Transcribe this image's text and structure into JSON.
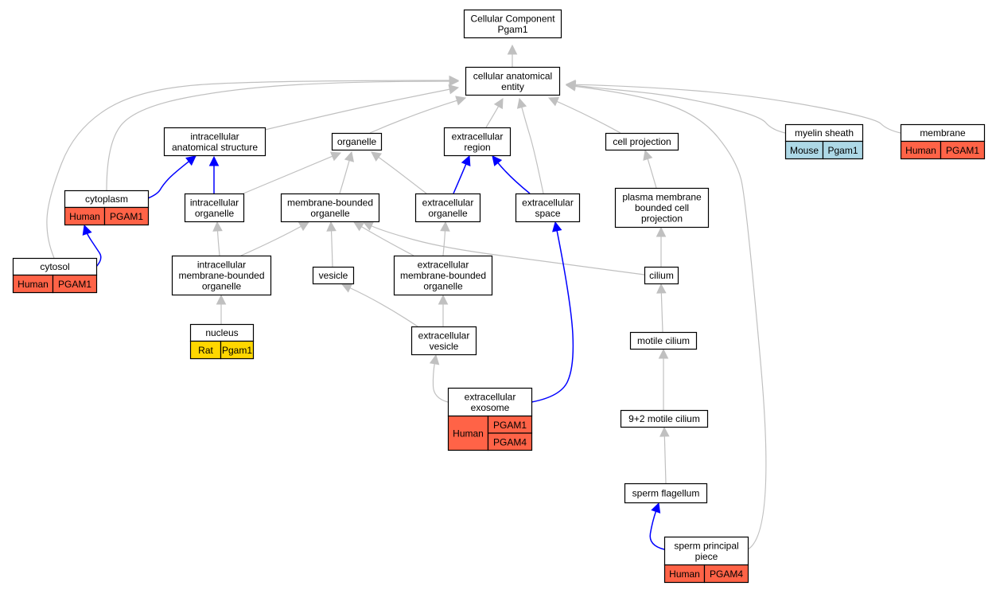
{
  "nodes": {
    "cellular_component": {
      "lines": [
        "Cellular Component",
        "Pgam1"
      ]
    },
    "cellular_anatomical_entity": {
      "lines": [
        "cellular anatomical",
        "entity"
      ]
    },
    "intracellular_anatomical_structure": {
      "lines": [
        "intracellular",
        "anatomical structure"
      ]
    },
    "organelle": {
      "lines": [
        "organelle"
      ]
    },
    "extracellular_region": {
      "lines": [
        "extracellular",
        "region"
      ]
    },
    "cell_projection": {
      "lines": [
        "cell projection"
      ]
    },
    "myelin_sheath": {
      "lines": [
        "myelin sheath"
      ],
      "tags": [
        {
          "species": "Mouse",
          "gene": "Pgam1"
        }
      ]
    },
    "membrane": {
      "lines": [
        "membrane"
      ],
      "tags": [
        {
          "species": "Human",
          "gene": "PGAM1"
        }
      ]
    },
    "cytoplasm": {
      "lines": [
        "cytoplasm"
      ],
      "tags": [
        {
          "species": "Human",
          "gene": "PGAM1"
        }
      ]
    },
    "intracellular_organelle": {
      "lines": [
        "intracellular",
        "organelle"
      ]
    },
    "membrane_bounded_organelle": {
      "lines": [
        "membrane-bounded",
        "organelle"
      ]
    },
    "extracellular_organelle": {
      "lines": [
        "extracellular",
        "organelle"
      ]
    },
    "extracellular_space": {
      "lines": [
        "extracellular",
        "space"
      ]
    },
    "plasma_membrane_bounded_cell_projection": {
      "lines": [
        "plasma membrane",
        "bounded cell",
        "projection"
      ]
    },
    "cytosol": {
      "lines": [
        "cytosol"
      ],
      "tags": [
        {
          "species": "Human",
          "gene": "PGAM1"
        }
      ]
    },
    "intracellular_membrane_bounded_organelle": {
      "lines": [
        "intracellular",
        "membrane-bounded",
        "organelle"
      ]
    },
    "vesicle": {
      "lines": [
        "vesicle"
      ]
    },
    "extracellular_membrane_bounded_organelle": {
      "lines": [
        "extracellular",
        "membrane-bounded",
        "organelle"
      ]
    },
    "cilium": {
      "lines": [
        "cilium"
      ]
    },
    "nucleus": {
      "lines": [
        "nucleus"
      ],
      "tags": [
        {
          "species": "Rat",
          "gene": "Pgam1"
        }
      ]
    },
    "extracellular_vesicle": {
      "lines": [
        "extracellular",
        "vesicle"
      ]
    },
    "motile_cilium": {
      "lines": [
        "motile cilium"
      ]
    },
    "extracellular_exosome": {
      "lines": [
        "extracellular",
        "exosome"
      ],
      "tags": [
        {
          "species": "Human",
          "genes": [
            "PGAM1",
            "PGAM4"
          ]
        }
      ]
    },
    "nine_plus_two_motile_cilium": {
      "lines": [
        "9+2 motile cilium"
      ]
    },
    "sperm_flagellum": {
      "lines": [
        "sperm flagellum"
      ]
    },
    "sperm_principal_piece": {
      "lines": [
        "sperm principal",
        "piece"
      ],
      "tags": [
        {
          "species": "Human",
          "gene": "PGAM4"
        }
      ]
    }
  },
  "edges": [
    {
      "from": "cellular_anatomical_entity",
      "to": "cellular_component",
      "type": "is_a"
    },
    {
      "from": "intracellular_anatomical_structure",
      "to": "cellular_anatomical_entity",
      "type": "is_a"
    },
    {
      "from": "organelle",
      "to": "cellular_anatomical_entity",
      "type": "is_a"
    },
    {
      "from": "extracellular_region",
      "to": "cellular_anatomical_entity",
      "type": "is_a"
    },
    {
      "from": "extracellular_space",
      "to": "cellular_anatomical_entity",
      "type": "is_a"
    },
    {
      "from": "cell_projection",
      "to": "cellular_anatomical_entity",
      "type": "is_a"
    },
    {
      "from": "myelin_sheath",
      "to": "cellular_anatomical_entity",
      "type": "is_a"
    },
    {
      "from": "membrane",
      "to": "cellular_anatomical_entity",
      "type": "is_a"
    },
    {
      "from": "cytoplasm",
      "to": "cellular_anatomical_entity",
      "type": "is_a"
    },
    {
      "from": "cytosol",
      "to": "cellular_anatomical_entity",
      "type": "is_a"
    },
    {
      "from": "sperm_principal_piece",
      "to": "cellular_anatomical_entity",
      "type": "is_a"
    },
    {
      "from": "cytoplasm",
      "to": "intracellular_anatomical_structure",
      "type": "part_of"
    },
    {
      "from": "intracellular_organelle",
      "to": "intracellular_anatomical_structure",
      "type": "part_of"
    },
    {
      "from": "intracellular_organelle",
      "to": "organelle",
      "type": "is_a"
    },
    {
      "from": "membrane_bounded_organelle",
      "to": "organelle",
      "type": "is_a"
    },
    {
      "from": "extracellular_organelle",
      "to": "organelle",
      "type": "is_a"
    },
    {
      "from": "extracellular_organelle",
      "to": "extracellular_region",
      "type": "part_of"
    },
    {
      "from": "extracellular_space",
      "to": "extracellular_region",
      "type": "part_of"
    },
    {
      "from": "plasma_membrane_bounded_cell_projection",
      "to": "cell_projection",
      "type": "is_a"
    },
    {
      "from": "cytosol",
      "to": "cytoplasm",
      "type": "part_of"
    },
    {
      "from": "intracellular_membrane_bounded_organelle",
      "to": "intracellular_organelle",
      "type": "is_a"
    },
    {
      "from": "intracellular_membrane_bounded_organelle",
      "to": "membrane_bounded_organelle",
      "type": "is_a"
    },
    {
      "from": "vesicle",
      "to": "membrane_bounded_organelle",
      "type": "is_a"
    },
    {
      "from": "extracellular_membrane_bounded_organelle",
      "to": "membrane_bounded_organelle",
      "type": "is_a"
    },
    {
      "from": "cilium",
      "to": "membrane_bounded_organelle",
      "type": "is_a"
    },
    {
      "from": "extracellular_membrane_bounded_organelle",
      "to": "extracellular_organelle",
      "type": "is_a"
    },
    {
      "from": "cilium",
      "to": "plasma_membrane_bounded_cell_projection",
      "type": "is_a"
    },
    {
      "from": "nucleus",
      "to": "intracellular_membrane_bounded_organelle",
      "type": "is_a"
    },
    {
      "from": "extracellular_vesicle",
      "to": "vesicle",
      "type": "is_a"
    },
    {
      "from": "extracellular_vesicle",
      "to": "extracellular_membrane_bounded_organelle",
      "type": "is_a"
    },
    {
      "from": "motile_cilium",
      "to": "cilium",
      "type": "is_a"
    },
    {
      "from": "extracellular_exosome",
      "to": "extracellular_vesicle",
      "type": "is_a"
    },
    {
      "from": "extracellular_exosome",
      "to": "extracellular_space",
      "type": "part_of"
    },
    {
      "from": "nine_plus_two_motile_cilium",
      "to": "motile_cilium",
      "type": "is_a"
    },
    {
      "from": "sperm_flagellum",
      "to": "nine_plus_two_motile_cilium",
      "type": "is_a"
    },
    {
      "from": "sperm_principal_piece",
      "to": "sperm_flagellum",
      "type": "part_of"
    }
  ],
  "colors": {
    "Human": "#ff6347",
    "Mouse": "#add8e6",
    "Rat": "#ffd700",
    "is_a": "#c0c0c0",
    "part_of": "#0000ff"
  }
}
